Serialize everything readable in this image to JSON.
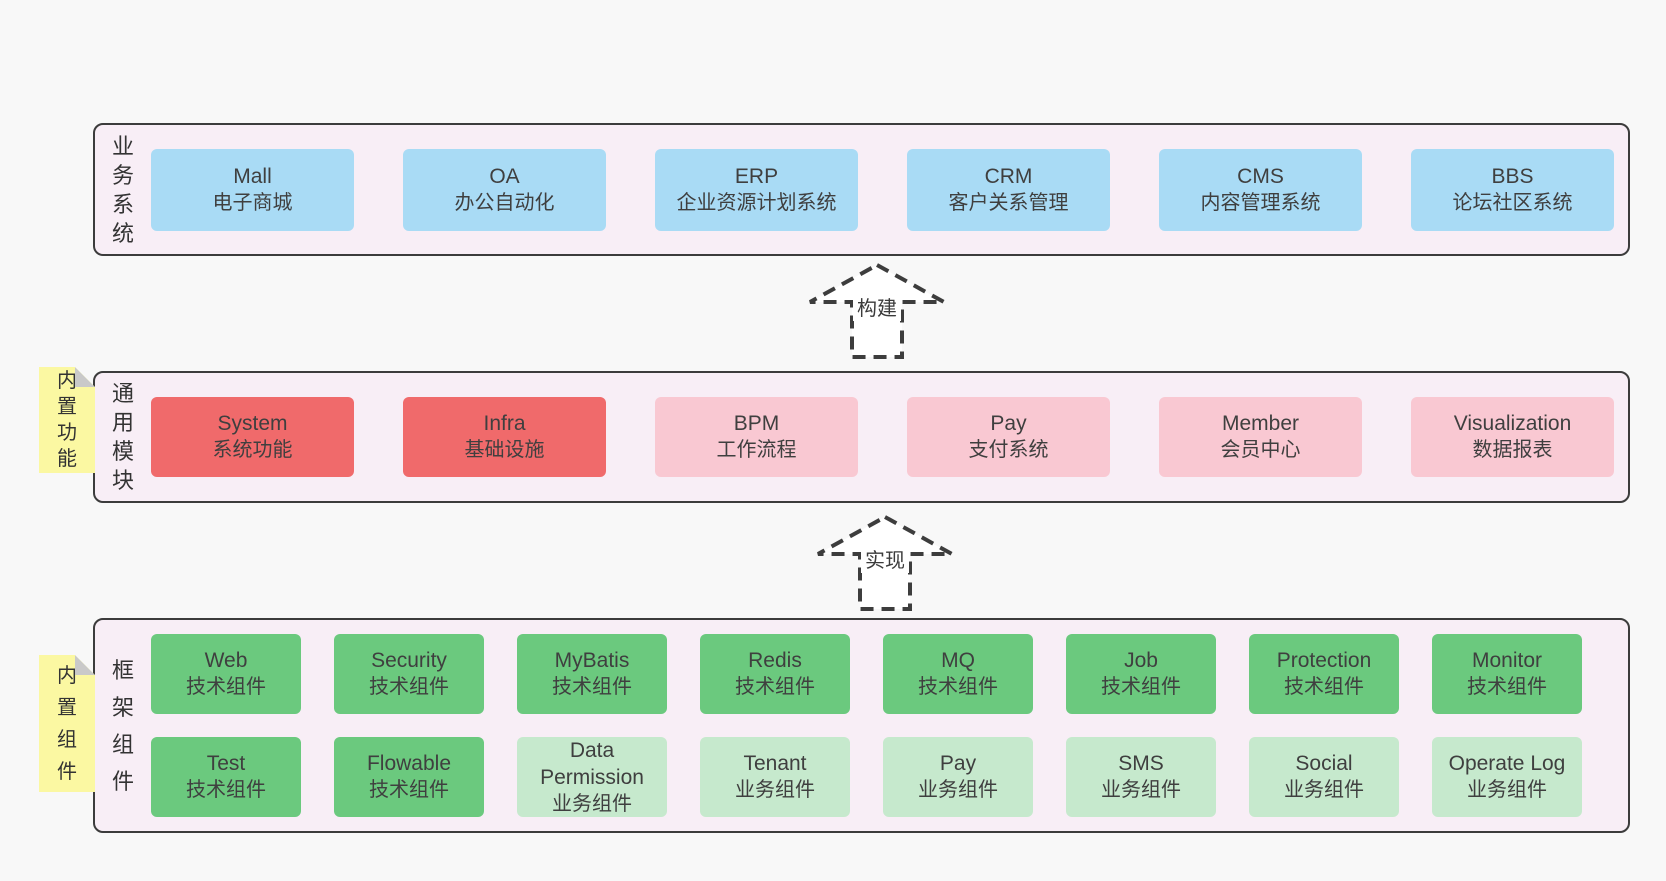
{
  "diagram": {
    "arrows": [
      {
        "label": "构建"
      },
      {
        "label": "实现"
      }
    ],
    "colors": {
      "page_background": "#f8f8f8",
      "panel_background": "#f8eef6",
      "panel_border": "#3c3c3c",
      "box_blue": "#a9dbf5",
      "box_red": "#f06a6b",
      "box_pink": "#f9c8d2",
      "box_green": "#6bc97e",
      "box_green_light": "#c6e9cd",
      "note_yellow": "#fbf8a2",
      "note_fold_gray": "#c9c9c9"
    },
    "sections": [
      {
        "label": "业务系统",
        "rows": [
          [
            {
              "en": "Mall",
              "zh": "电子商城",
              "type": "blue"
            },
            {
              "en": "OA",
              "zh": "办公自动化",
              "type": "blue"
            },
            {
              "en": "ERP",
              "zh": "企业资源计划系统",
              "type": "blue"
            },
            {
              "en": "CRM",
              "zh": "客户关系管理",
              "type": "blue"
            },
            {
              "en": "CMS",
              "zh": "内容管理系统",
              "type": "blue"
            },
            {
              "en": "BBS",
              "zh": "论坛社区系统",
              "type": "blue"
            }
          ]
        ]
      },
      {
        "label": "通用模块",
        "note": "内置功能",
        "rows": [
          [
            {
              "en": "System",
              "zh": "系统功能",
              "type": "red"
            },
            {
              "en": "Infra",
              "zh": "基础设施",
              "type": "red"
            },
            {
              "en": "BPM",
              "zh": "工作流程",
              "type": "pink"
            },
            {
              "en": "Pay",
              "zh": "支付系统",
              "type": "pink"
            },
            {
              "en": "Member",
              "zh": "会员中心",
              "type": "pink"
            },
            {
              "en": "Visualization",
              "zh": "数据报表",
              "type": "pink"
            }
          ]
        ]
      },
      {
        "label": "框架组件",
        "note": "内置组件",
        "rows": [
          [
            {
              "en": "Web",
              "zh": "技术组件",
              "type": "green"
            },
            {
              "en": "Security",
              "zh": "技术组件",
              "type": "green"
            },
            {
              "en": "MyBatis",
              "zh": "技术组件",
              "type": "green"
            },
            {
              "en": "Redis",
              "zh": "技术组件",
              "type": "green"
            },
            {
              "en": "MQ",
              "zh": "技术组件",
              "type": "green"
            },
            {
              "en": "Job",
              "zh": "技术组件",
              "type": "green"
            },
            {
              "en": "Protection",
              "zh": "技术组件",
              "type": "green"
            },
            {
              "en": "Monitor",
              "zh": "技术组件",
              "type": "green"
            }
          ],
          [
            {
              "en": "Test",
              "zh": "技术组件",
              "type": "green"
            },
            {
              "en": "Flowable",
              "zh": "技术组件",
              "type": "green"
            },
            {
              "en": "Data Permission",
              "zh": "业务组件",
              "type": "green-light"
            },
            {
              "en": "Tenant",
              "zh": "业务组件",
              "type": "green-light"
            },
            {
              "en": "Pay",
              "zh": "业务组件",
              "type": "green-light"
            },
            {
              "en": "SMS",
              "zh": "业务组件",
              "type": "green-light"
            },
            {
              "en": "Social",
              "zh": "业务组件",
              "type": "green-light"
            },
            {
              "en": "Operate Log",
              "zh": "业务组件",
              "type": "green-light"
            }
          ]
        ]
      }
    ]
  }
}
